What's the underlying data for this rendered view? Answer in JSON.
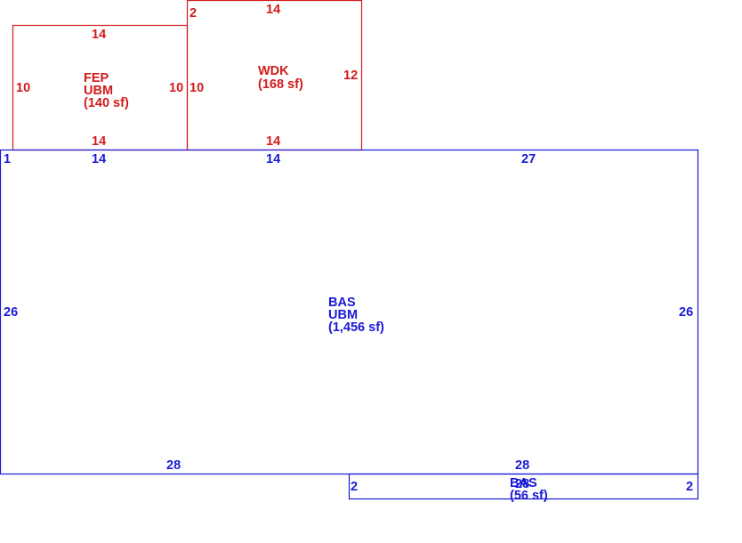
{
  "sketch": {
    "fep": {
      "code": "FEP",
      "sub": "UBM",
      "area": "(140 sf)",
      "top": "14",
      "bottom": "14",
      "left": "10",
      "right": "10"
    },
    "wdk": {
      "code": "WDK",
      "area": "(168 sf)",
      "top": "14",
      "bottom": "14",
      "left": "10",
      "right": "12",
      "corner": "2"
    },
    "bas_main": {
      "code": "BAS",
      "sub": "UBM",
      "area": "(1,456 sf)",
      "corner": "1",
      "top_a": "14",
      "top_b": "14",
      "top_c": "27",
      "left": "26",
      "right": "26",
      "bottom_a": "28",
      "bottom_b": "28"
    },
    "bas_strip": {
      "code": "BAS",
      "area": "(56 sf)",
      "overlap": "28",
      "left": "2",
      "right": "2"
    },
    "colors": {
      "red": "#d11b1b",
      "blue": "#1a1ad6"
    }
  }
}
